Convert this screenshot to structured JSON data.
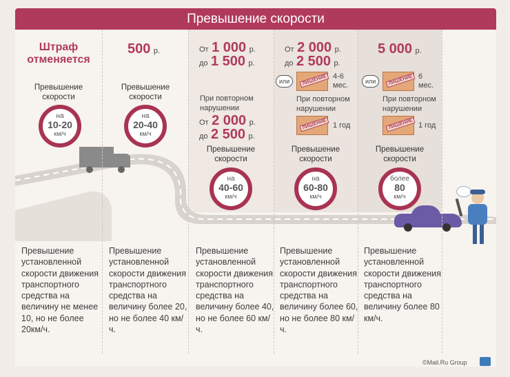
{
  "title": "Превышение скорости",
  "columns": [
    {
      "fine": [
        "Штраф",
        "отменяется"
      ],
      "label": [
        "Превышение",
        "скорости"
      ],
      "sign": {
        "top": "на",
        "value": "10-20",
        "unit": "км/ч"
      },
      "desc": "Превышение установленной скорости движения транспортного средства на величину не менее 10, но не более 20км/ч."
    },
    {
      "fine_amount": "500",
      "currency": "р.",
      "label": [
        "Превышение",
        "скорости"
      ],
      "sign": {
        "top": "на",
        "value": "20-40",
        "unit": "км/ч"
      },
      "desc": "Превышение установленной скорости движения транспортного средства на величину более 20, но не более 40 км/ч."
    },
    {
      "from_prefix": "От",
      "from_amount": "1 000",
      "to_prefix": "до",
      "to_amount": "1 500",
      "currency": "р.",
      "repeat_label": [
        "При повторном",
        "нарушении"
      ],
      "repeat_from": "2 000",
      "repeat_to": "2 500",
      "label": [
        "Превышение",
        "скорости"
      ],
      "sign": {
        "top": "на",
        "value": "40-60",
        "unit": "км/ч"
      },
      "desc": "Превышение установленной скорости движения транспортного средства на величину более 40, но не более 60 км/ч."
    },
    {
      "from_prefix": "От",
      "from_amount": "2 000",
      "to_prefix": "до",
      "to_amount": "2 500",
      "currency": "р.",
      "or_label": "или",
      "stamp": "ЛИШЕНИЕ",
      "deprivation": [
        "4-6",
        "мес."
      ],
      "repeat_label": [
        "При повторном",
        "нарушении"
      ],
      "repeat_deprivation": "1 год",
      "label": [
        "Превышение",
        "скорости"
      ],
      "sign": {
        "top": "на",
        "value": "60-80",
        "unit": "км/ч"
      },
      "desc": "Превышение установленной скорости движения транспортного средства на величину более 60, но не более 80 км/ч."
    },
    {
      "fine_amount": "5 000",
      "currency": "р.",
      "or_label": "или",
      "stamp": "ЛИШЕНИЕ",
      "deprivation": [
        "6",
        "мес."
      ],
      "repeat_label": [
        "При повторном",
        "нарушении"
      ],
      "repeat_deprivation": "1 год",
      "label": [
        "Превышение",
        "скорости"
      ],
      "sign": {
        "top": "более",
        "value": "80",
        "unit": "км/ч"
      },
      "desc": "Превышение установленной скорости движения транспортного средства на величину более 80 км/ч."
    }
  ],
  "footer": "©Mail.Ru Group",
  "colors": {
    "accent": "#b03a5b",
    "road": "#d9d3ce",
    "car": "#6b5aa5",
    "truck": "#8a8a8a",
    "police": "#4a7fbf"
  }
}
